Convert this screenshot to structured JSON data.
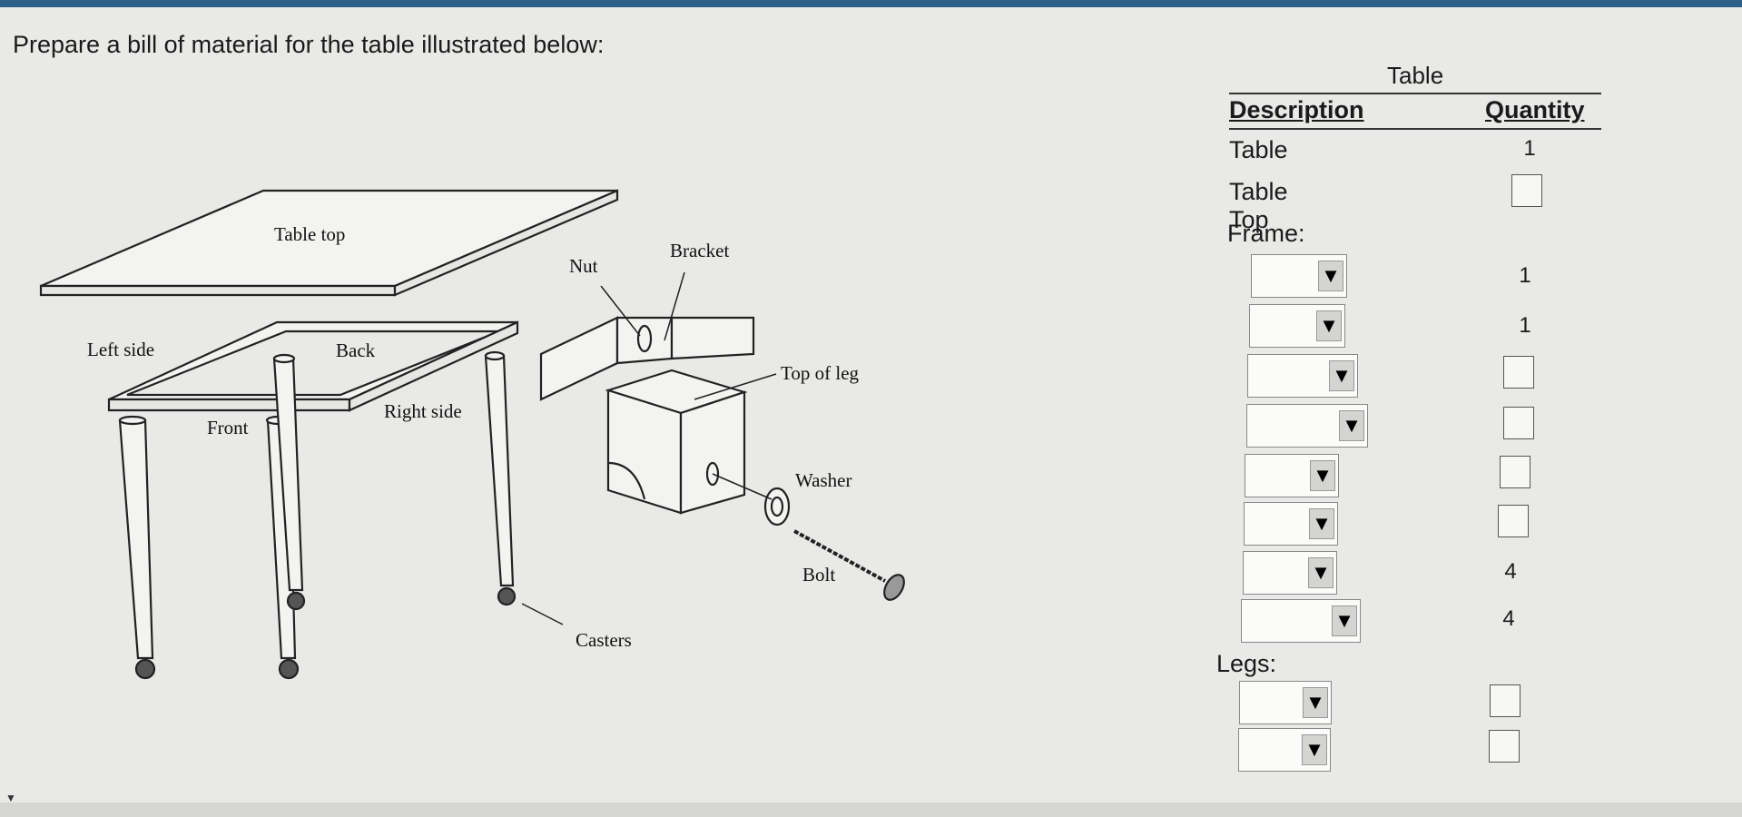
{
  "prompt": "Prepare a bill of material for the table illustrated below:",
  "diagram": {
    "labels": {
      "table_top": "Table top",
      "left_side": "Left side",
      "back": "Back",
      "front": "Front",
      "right_side": "Right side",
      "nut": "Nut",
      "bracket": "Bracket",
      "top_of_leg": "Top of leg",
      "washer": "Washer",
      "bolt": "Bolt",
      "casters": "Casters"
    }
  },
  "bom": {
    "title": "Table",
    "header": {
      "description": "Description",
      "quantity": "Quantity"
    },
    "rows": {
      "table": {
        "description": "Table",
        "quantity": "1"
      },
      "table_top": {
        "description": "Table Top",
        "quantity": ""
      },
      "frame_label": "Frame:",
      "legs_label": "Legs:"
    },
    "frame_rows": [
      {
        "selected": "",
        "quantity": "1"
      },
      {
        "selected": "",
        "quantity": "1"
      },
      {
        "selected": "",
        "quantity": ""
      },
      {
        "selected": "",
        "quantity": ""
      },
      {
        "selected": "",
        "quantity": ""
      },
      {
        "selected": "",
        "quantity": ""
      },
      {
        "selected": "",
        "quantity": "4"
      },
      {
        "selected": "",
        "quantity": "4"
      }
    ],
    "leg_rows": [
      {
        "selected": "",
        "quantity": ""
      },
      {
        "selected": "",
        "quantity": ""
      }
    ]
  },
  "icons": {
    "dropdown": "triangle-down-icon"
  }
}
